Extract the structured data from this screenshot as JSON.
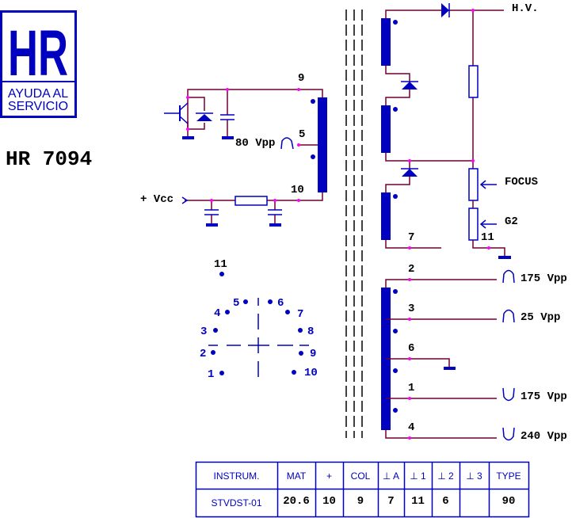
{
  "logo": {
    "letters": "HR",
    "line1": "AYUDA AL",
    "line2": "SERVICIO"
  },
  "model": "HR 7094",
  "primary": {
    "pin9": "9",
    "pin5": "5",
    "pin10": "10",
    "pulse_label": "80 Vpp",
    "vcc_label": "+ Vcc"
  },
  "hv": {
    "label": "H.V.",
    "focus": "FOCUS",
    "g2": "G2",
    "pin11": "11",
    "pin7": "7"
  },
  "secondary": [
    {
      "pin": "2",
      "label": "175 Vpp",
      "pulse": "positive"
    },
    {
      "pin": "3",
      "label": "25 Vpp",
      "pulse": "positive"
    },
    {
      "pin": "6",
      "label": "",
      "pulse": "ground"
    },
    {
      "pin": "1",
      "label": "175 Vpp",
      "pulse": "negative"
    },
    {
      "pin": "4",
      "label": "240 Vpp",
      "pulse": "negative"
    }
  ],
  "base_pins": [
    "11",
    "5",
    "6",
    "4",
    "7",
    "3",
    "8",
    "2",
    "9",
    "1",
    "10"
  ],
  "table": {
    "headers": [
      "INSTRUM.",
      "MAT",
      "+",
      "COL",
      "⊥ A",
      "⊥ 1",
      "⊥ 2",
      "⊥ 3",
      "TYPE"
    ],
    "values": [
      "STVDST-01",
      "20.6",
      "10",
      "9",
      "7",
      "11",
      "6",
      "",
      "90"
    ]
  }
}
